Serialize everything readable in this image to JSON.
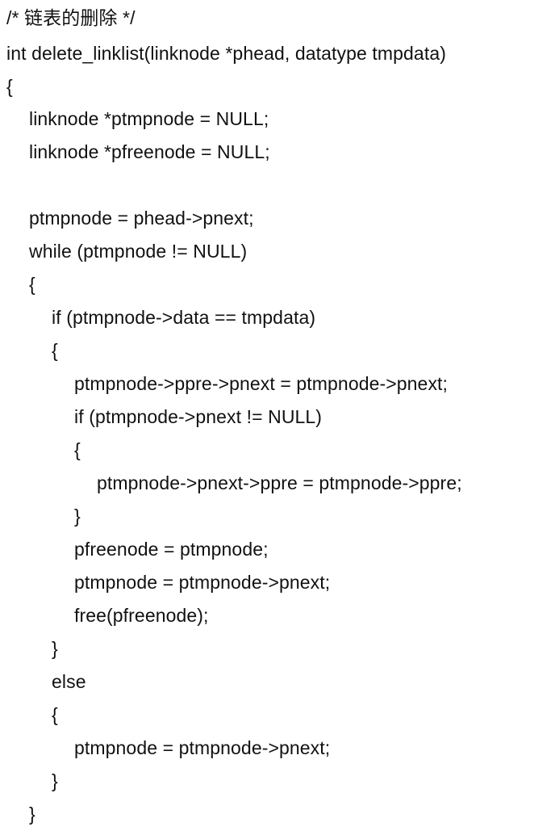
{
  "code": {
    "lines": [
      "/* 链表的删除 */",
      "int delete_linklist(linknode *phead, datatype tmpdata)",
      "{",
      "linknode *ptmpnode = NULL;",
      "linknode *pfreenode = NULL;",
      "",
      "ptmpnode = phead->pnext;",
      "while (ptmpnode != NULL)",
      "{",
      "if (ptmpnode->data == tmpdata)",
      "{",
      "ptmpnode->ppre->pnext = ptmpnode->pnext;",
      "if (ptmpnode->pnext != NULL)",
      "{",
      "ptmpnode->pnext->ppre = ptmpnode->ppre;",
      "}",
      "pfreenode = ptmpnode;",
      "ptmpnode = ptmpnode->pnext;",
      "free(pfreenode);",
      "}",
      "else",
      "{",
      "ptmpnode = ptmpnode->pnext;",
      "}",
      "}"
    ]
  }
}
